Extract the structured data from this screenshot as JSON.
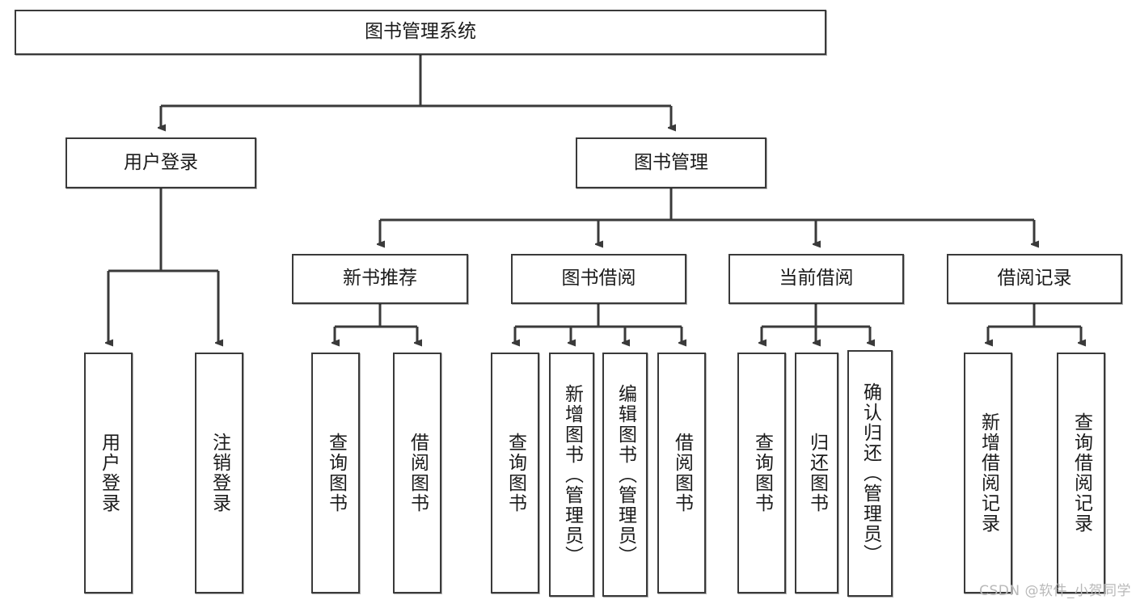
{
  "diagram": {
    "type": "tree-hierarchy-diagram",
    "title": "图书管理系统",
    "watermark": "CSDN @软件_小贺同学",
    "colors": {
      "node_border": "#3a3a3a",
      "node_fill": "#ffffff",
      "edge": "#3a3a3a",
      "text": "#1b1b1b",
      "watermark": "#b9b9b9",
      "background": "#ffffff"
    },
    "nodes": {
      "root": {
        "label": "图书管理系统"
      },
      "level2": [
        {
          "label": "用户登录"
        },
        {
          "label": "图书管理"
        }
      ],
      "level3": [
        {
          "label": "新书推荐"
        },
        {
          "label": "图书借阅"
        },
        {
          "label": "当前借阅"
        },
        {
          "label": "借阅记录"
        }
      ],
      "leaves": {
        "user_login": [
          {
            "label": "用户登录"
          },
          {
            "label": "注销登录"
          }
        ],
        "new_book": [
          {
            "label": "查询图书"
          },
          {
            "label": "借阅图书"
          }
        ],
        "book_borrow": [
          {
            "label": "查询图书"
          },
          {
            "label": "新增图书（管理员）"
          },
          {
            "label": "编辑图书（管理员）"
          },
          {
            "label": "借阅图书"
          }
        ],
        "current_borrow": [
          {
            "label": "查询图书"
          },
          {
            "label": "归还图书"
          },
          {
            "label": "确认归还（管理员）"
          }
        ],
        "borrow_record": [
          {
            "label": "新增借阅记录"
          },
          {
            "label": "查询借阅记录"
          }
        ]
      }
    }
  }
}
